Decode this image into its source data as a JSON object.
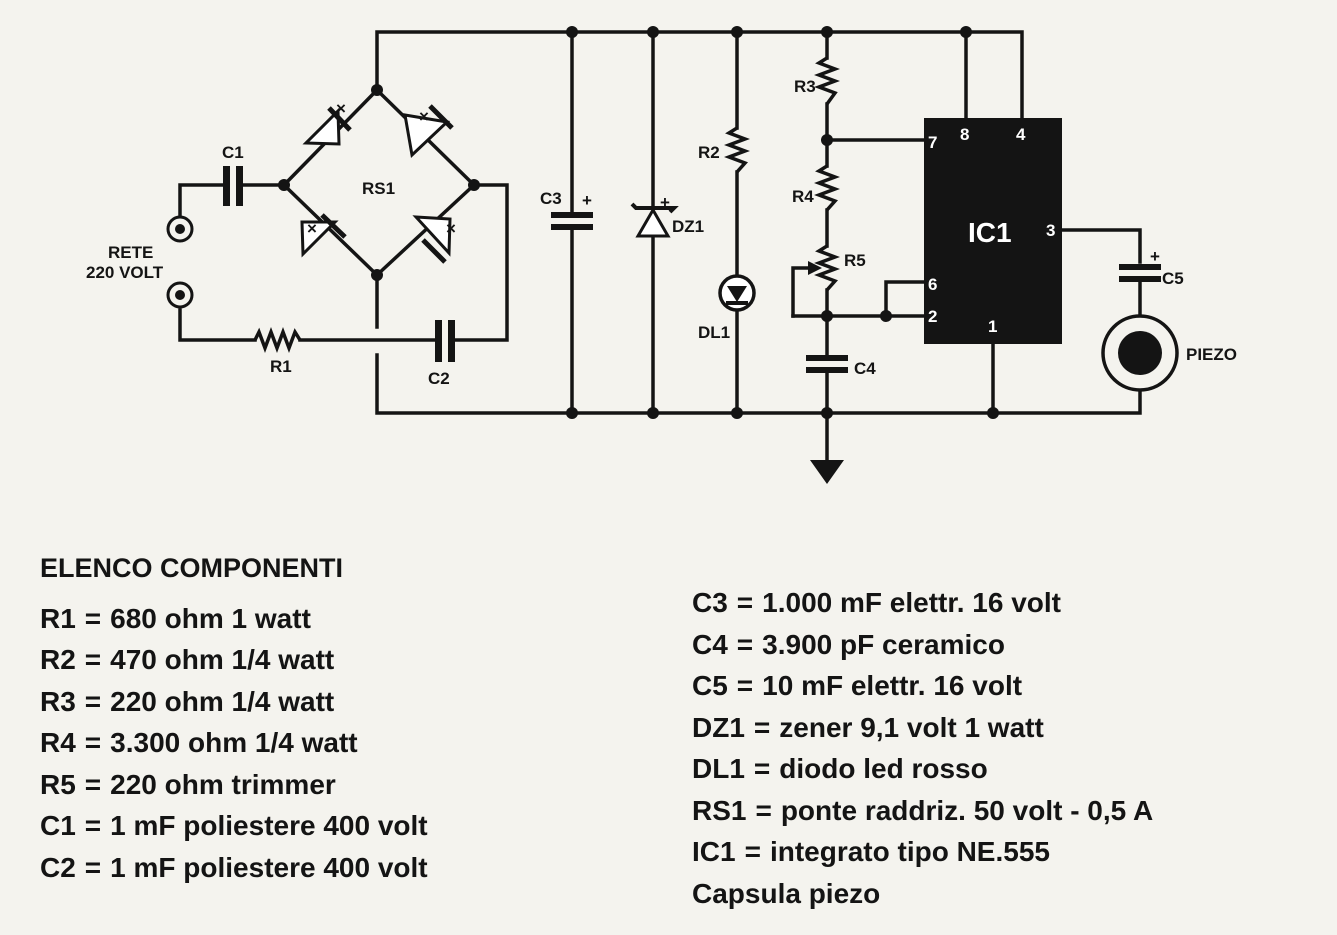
{
  "schematic": {
    "labels": {
      "c1": "C1",
      "c2": "C2",
      "c3": "C3",
      "c4": "C4",
      "c5": "C5",
      "r1": "R1",
      "r2": "R2",
      "r3": "R3",
      "r4": "R4",
      "r5": "R5",
      "rs1": "RS1",
      "dz1": "DZ1",
      "dl1": "DL1",
      "ic1": "IC1",
      "piezo": "PIEZO",
      "mains_line1": "RETE",
      "mains_line2": "220 VOLT",
      "plus": "+",
      "cross": "×",
      "pin1": "1",
      "pin2": "2",
      "pin3": "3",
      "pin4": "4",
      "pin6": "6",
      "pin7": "7",
      "pin8": "8"
    }
  },
  "parts_list": {
    "title": "ELENCO COMPONENTI",
    "equals": "=",
    "column_left": [
      {
        "ref": "R1",
        "desc": "680 ohm 1 watt"
      },
      {
        "ref": "R2",
        "desc": "470 ohm 1/4 watt"
      },
      {
        "ref": "R3",
        "desc": "220 ohm 1/4 watt"
      },
      {
        "ref": "R4",
        "desc": "3.300 ohm 1/4 watt"
      },
      {
        "ref": "R5",
        "desc": "220 ohm trimmer"
      },
      {
        "ref": "C1",
        "desc": "1 mF poliestere 400 volt"
      },
      {
        "ref": "C2",
        "desc": "1 mF poliestere 400 volt"
      }
    ],
    "column_right": [
      {
        "ref": "C3",
        "desc": "1.000 mF elettr. 16 volt"
      },
      {
        "ref": "C4",
        "desc": "3.900 pF ceramico"
      },
      {
        "ref": "C5",
        "desc": "10 mF elettr. 16 volt"
      },
      {
        "ref": "DZ1",
        "desc": "zener 9,1 volt 1 watt"
      },
      {
        "ref": "DL1",
        "desc": "diodo led rosso"
      },
      {
        "ref": "RS1",
        "desc": "ponte raddriz. 50 volt - 0,5 A"
      },
      {
        "ref": "IC1",
        "desc": "integrato tipo NE.555"
      }
    ],
    "footer": "Capsula piezo"
  }
}
